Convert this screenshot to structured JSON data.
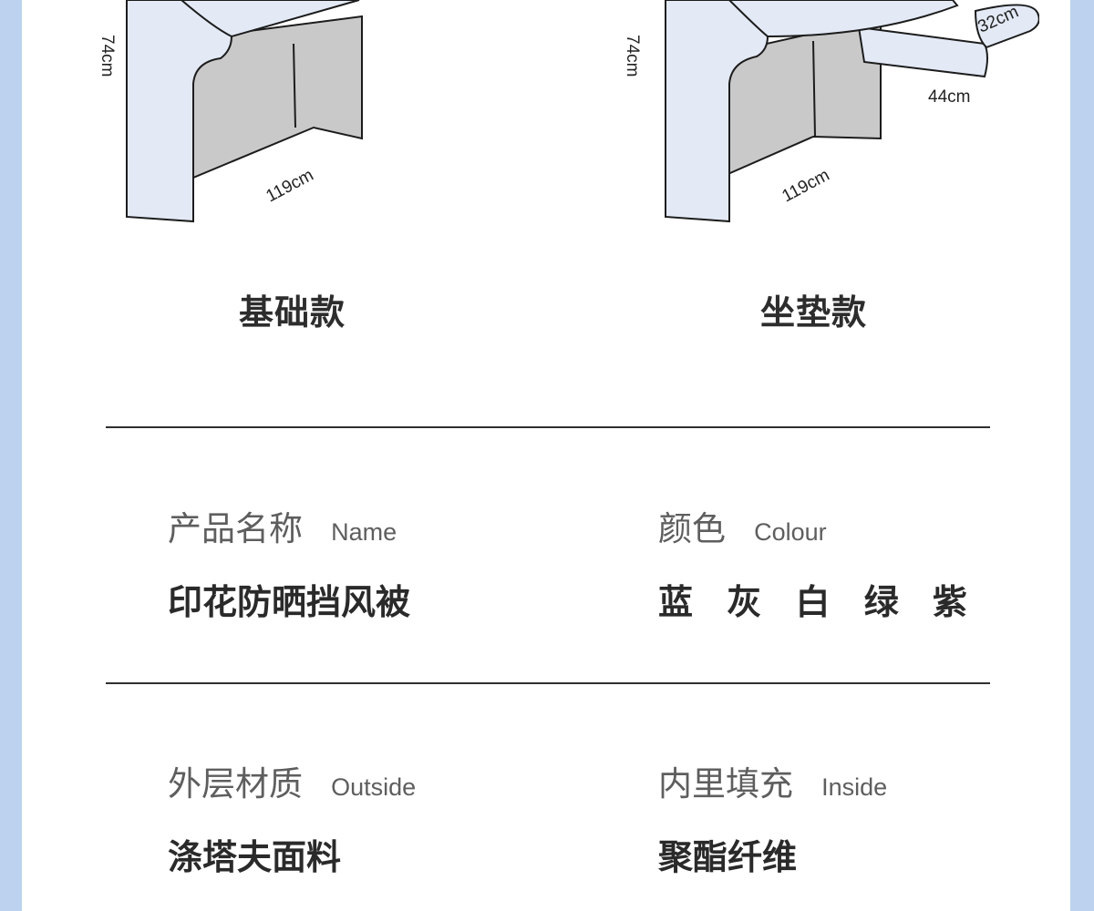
{
  "variants": [
    {
      "label": "基础款",
      "dimensions": {
        "height": "74cm",
        "width": "119cm"
      }
    },
    {
      "label": "坐垫款",
      "dimensions": {
        "height": "74cm",
        "width": "119cm",
        "depth": "44cm",
        "cushion": "32cm"
      }
    }
  ],
  "specs": {
    "name": {
      "label_cn": "产品名称",
      "label_en": "Name",
      "value": "印花防晒挡风被"
    },
    "colour": {
      "label_cn": "颜色",
      "label_en": "Colour",
      "value": "蓝 灰 白 绿 紫"
    },
    "outside": {
      "label_cn": "外层材质",
      "label_en": "Outside",
      "value": "涤塔夫面料"
    },
    "inside": {
      "label_cn": "内里填充",
      "label_en": "Inside",
      "value": "聚酯纤维"
    }
  },
  "colors": {
    "background": "#bcd2ee",
    "panel": "#ffffff",
    "cover_fill": "#e3eaf6",
    "shadow_fill": "#c9c9c9",
    "text": "#2a2a2a"
  }
}
